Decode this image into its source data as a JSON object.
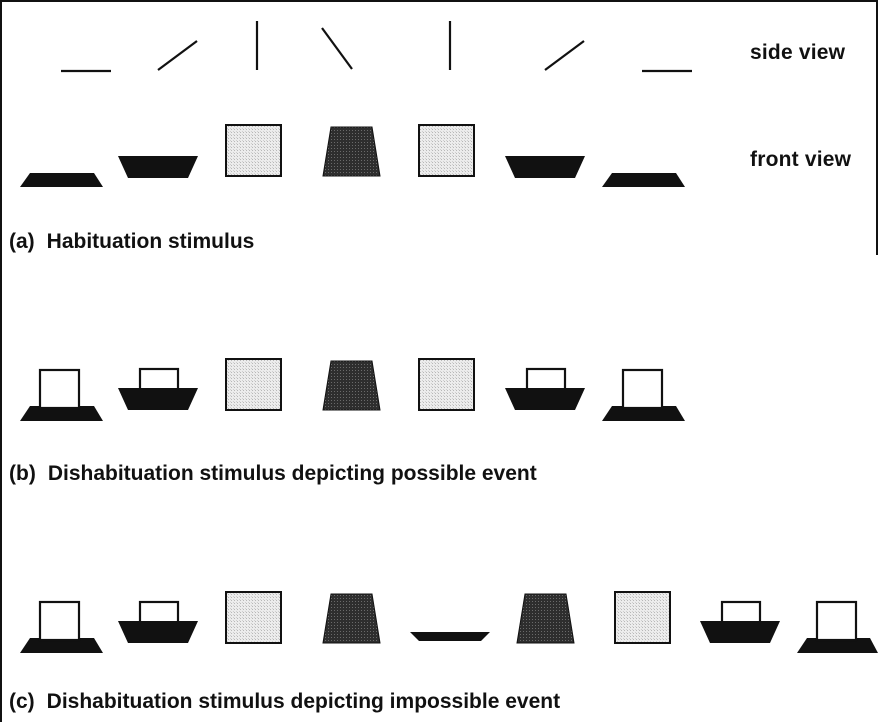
{
  "labels": {
    "side_view": "side view",
    "front_view": "front view"
  },
  "captions": {
    "a": {
      "letter": "(a)",
      "text": "Habituation stimulus"
    },
    "b": {
      "letter": "(b)",
      "text": "Dishabituation stimulus depicting possible event"
    },
    "c": {
      "letter": "(c)",
      "text": "Dishabituation stimulus depicting impossible event"
    }
  },
  "colors": {
    "ink": "#111111",
    "screen_fill": "#e6e6e6",
    "dark_fill": "#3a3a3a"
  }
}
